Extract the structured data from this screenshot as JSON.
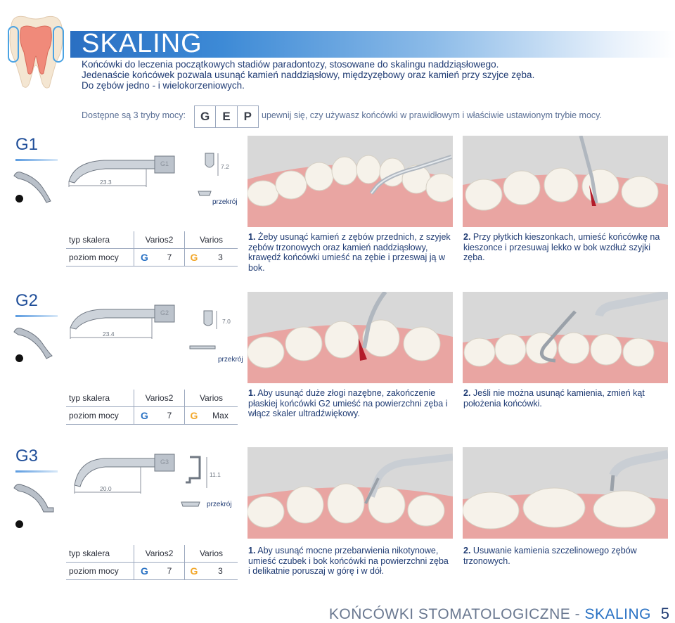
{
  "header": {
    "title": "SKALING",
    "intro": [
      "Końcówki do leczenia początkowych stadiów paradontozy, stosowane do skalingu naddziąsłowego.",
      "Jedenaście końcówek pozwala usunąć kamień naddziąsłowy, międzyzębowy oraz kamień przy szyjce zęba.",
      "Do zębów jedno - i wielokorzeniowych."
    ],
    "modes_label": "Dostępne są 3 tryby mocy:",
    "modes": [
      "G",
      "E",
      "P"
    ],
    "modes_note": "upewnij się, czy używasz końcówki w prawidłowym i właściwie ustawionym trybie mocy."
  },
  "table_labels": {
    "row1": "typ skalera",
    "row2": "poziom mocy",
    "col_a": "Varios2",
    "col_b": "Varios"
  },
  "sections": [
    {
      "id": "G1",
      "tip_code": "G1",
      "length": "23.3",
      "depth": "7.2",
      "section_label": "przekrój",
      "power": {
        "a_mode": "G",
        "a_level": "7",
        "b_mode": "G",
        "b_level": "3"
      },
      "steps": [
        {
          "num": "1.",
          "text": "Żeby usunąć kamień z zębów przednich, z szyjek zębów trzonowych oraz kamień naddziąsłowy, krawędź końcówki umieść na zębie i przeswaj ją w bok."
        },
        {
          "num": "2.",
          "text": "Przy płytkich kieszonkach, umieść końcówkę na kieszonce i przesuwaj lekko w bok wzdłuż szyjki zęba."
        }
      ]
    },
    {
      "id": "G2",
      "tip_code": "G2",
      "length": "23.4",
      "depth": "7.0",
      "section_label": "przekrój",
      "power": {
        "a_mode": "G",
        "a_level": "7",
        "b_mode": "G",
        "b_level": "Max"
      },
      "steps": [
        {
          "num": "1.",
          "text": "Aby usunąć duże złogi nazębne, zakończenie płaskiej końcówki G2 umieść na powierzchni zęba i włącz skaler ultradźwiękowy."
        },
        {
          "num": "2.",
          "text": "Jeśli nie można usunąć kamienia, zmień kąt położenia końcówki."
        }
      ]
    },
    {
      "id": "G3",
      "tip_code": "G3",
      "length": "20.0",
      "depth": "11.1",
      "section_label": "przekrój",
      "power": {
        "a_mode": "G",
        "a_level": "7",
        "b_mode": "G",
        "b_level": "3"
      },
      "steps": [
        {
          "num": "1.",
          "text": "Aby usunąć mocne przebarwienia nikotynowe, umieść czubek i bok końcówki na powierzchni zęba i delikatnie poruszaj w górę i w dół."
        },
        {
          "num": "2.",
          "text": "Usuwanie kamienia szczelinowego zębów trzonowych."
        }
      ]
    }
  ],
  "footer": {
    "main": "KOŃCÓWKI STOMATOLOGICZNE - ",
    "accent": "SKALING",
    "page": "5"
  },
  "colors": {
    "brand_blue": "#1f4e99",
    "mode_blue": "#2a72c4",
    "mode_orange": "#f2a72a",
    "text": "#1f3b73"
  }
}
